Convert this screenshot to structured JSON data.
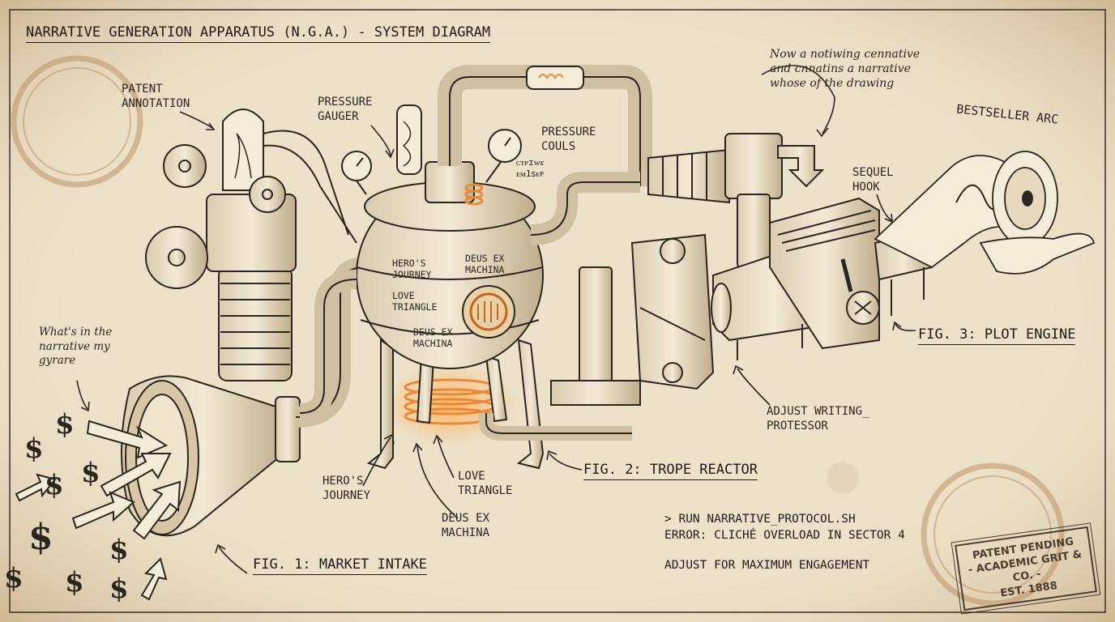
{
  "title": "NARRATIVE GENERATION APPARATUS (N.G.A.) - SYSTEM DIAGRAM",
  "annotations": {
    "patent_annotation": "PATENT\nANNOTATION",
    "pressure_gauger": "PRESSURE\nGAUGER",
    "pressure_couls": "PRESSURE\nCOULS",
    "gauge_scribble": "ᴄᴛᴘɪᴡᴇ\nᴇᴍ1ꜱᴇꜰ",
    "handnote_top": "Now a notiwing cennative\nand cnnatins a narrative\nwhose of the drawing",
    "bestseller_arc": "BESTSELLER ARC",
    "sequel_hook": "SEQUEL\nHOOK",
    "handnote_left": "What's in the\nnarrative my\ngyrare",
    "reactor_heros_journey": "HERO'S\nJOURNEY",
    "reactor_deus_ex_machina_top": "DEUS EX\nMACHINA",
    "reactor_love_triangle": "LOVE\nTRIANGLE",
    "reactor_deus_ex_machina_bottom": "DEUS EX\nMACHINA",
    "heat_heros_journey": "HERO'S\nJOURNEY",
    "heat_love_triangle": "LOVE\nTRIANGLE",
    "heat_deus_ex_machina": "DEUS EX\nMACHINA",
    "adjust_writing": "ADJUST WRITING_\nPROTESSOR"
  },
  "figures": {
    "fig1": "FIG. 1: MARKET INTAKE",
    "fig2": "FIG. 2: TROPE REACTOR",
    "fig3": "FIG. 3: PLOT ENGINE"
  },
  "terminal": {
    "line1": "> RUN NARRATIVE_PROTOCOL.SH",
    "line2": "ERROR: CLICHÉ OVERLOAD IN SECTOR 4",
    "line3": "ADJUST FOR MAXIMUM ENGAGEMENT"
  },
  "stamp": {
    "line1": "PATENT PENDING",
    "line2": "- ACADEMIC GRIT & CO. -",
    "line3": "EST. 1888"
  },
  "money_symbol": "$",
  "colors": {
    "paper": "#ece1c9",
    "ink": "#2b2520",
    "heat_glow": "#e88a3a",
    "coffee_stain": "#b98d5c"
  }
}
